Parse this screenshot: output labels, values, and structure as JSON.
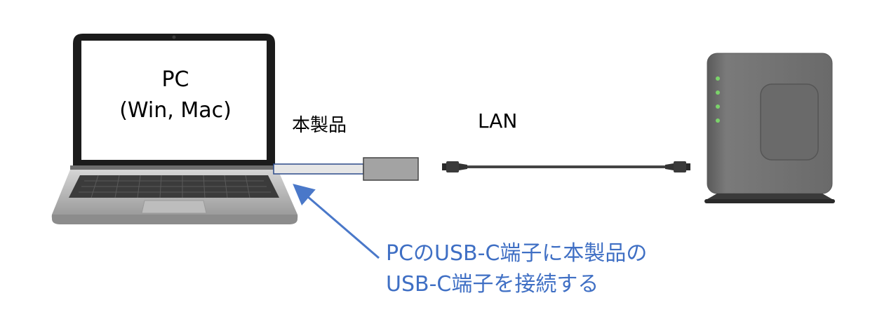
{
  "pc": {
    "line1": "PC",
    "line2": "(Win, Mac)"
  },
  "product": {
    "label": "本製品"
  },
  "cable": {
    "label": "LAN"
  },
  "instruction": {
    "line1": "PCのUSB-C端子に本製品の",
    "line2": "USB-C端子を接続する"
  },
  "colors": {
    "arrow": "#4a78c9",
    "instruction_text": "#3f6fc4",
    "router_body": "#6f6f6f",
    "led": "#7bd36a",
    "adapter": "#a3a3a3"
  },
  "icons": [
    "laptop-icon",
    "usb-adapter-icon",
    "lan-cable-icon",
    "router-icon",
    "arrow-icon"
  ]
}
